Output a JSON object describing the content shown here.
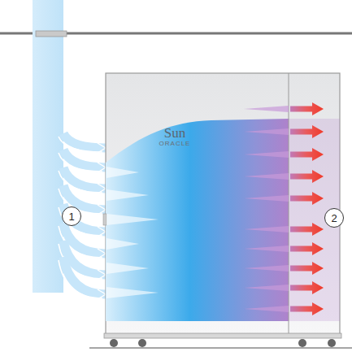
{
  "diagram": {
    "nodes": [
      {
        "text": [
          "Sun",
          "ORACLE"
        ]
      },
      {
        "text": [
          "1"
        ]
      },
      {
        "text": [
          "2"
        ]
      }
    ]
  }
}
